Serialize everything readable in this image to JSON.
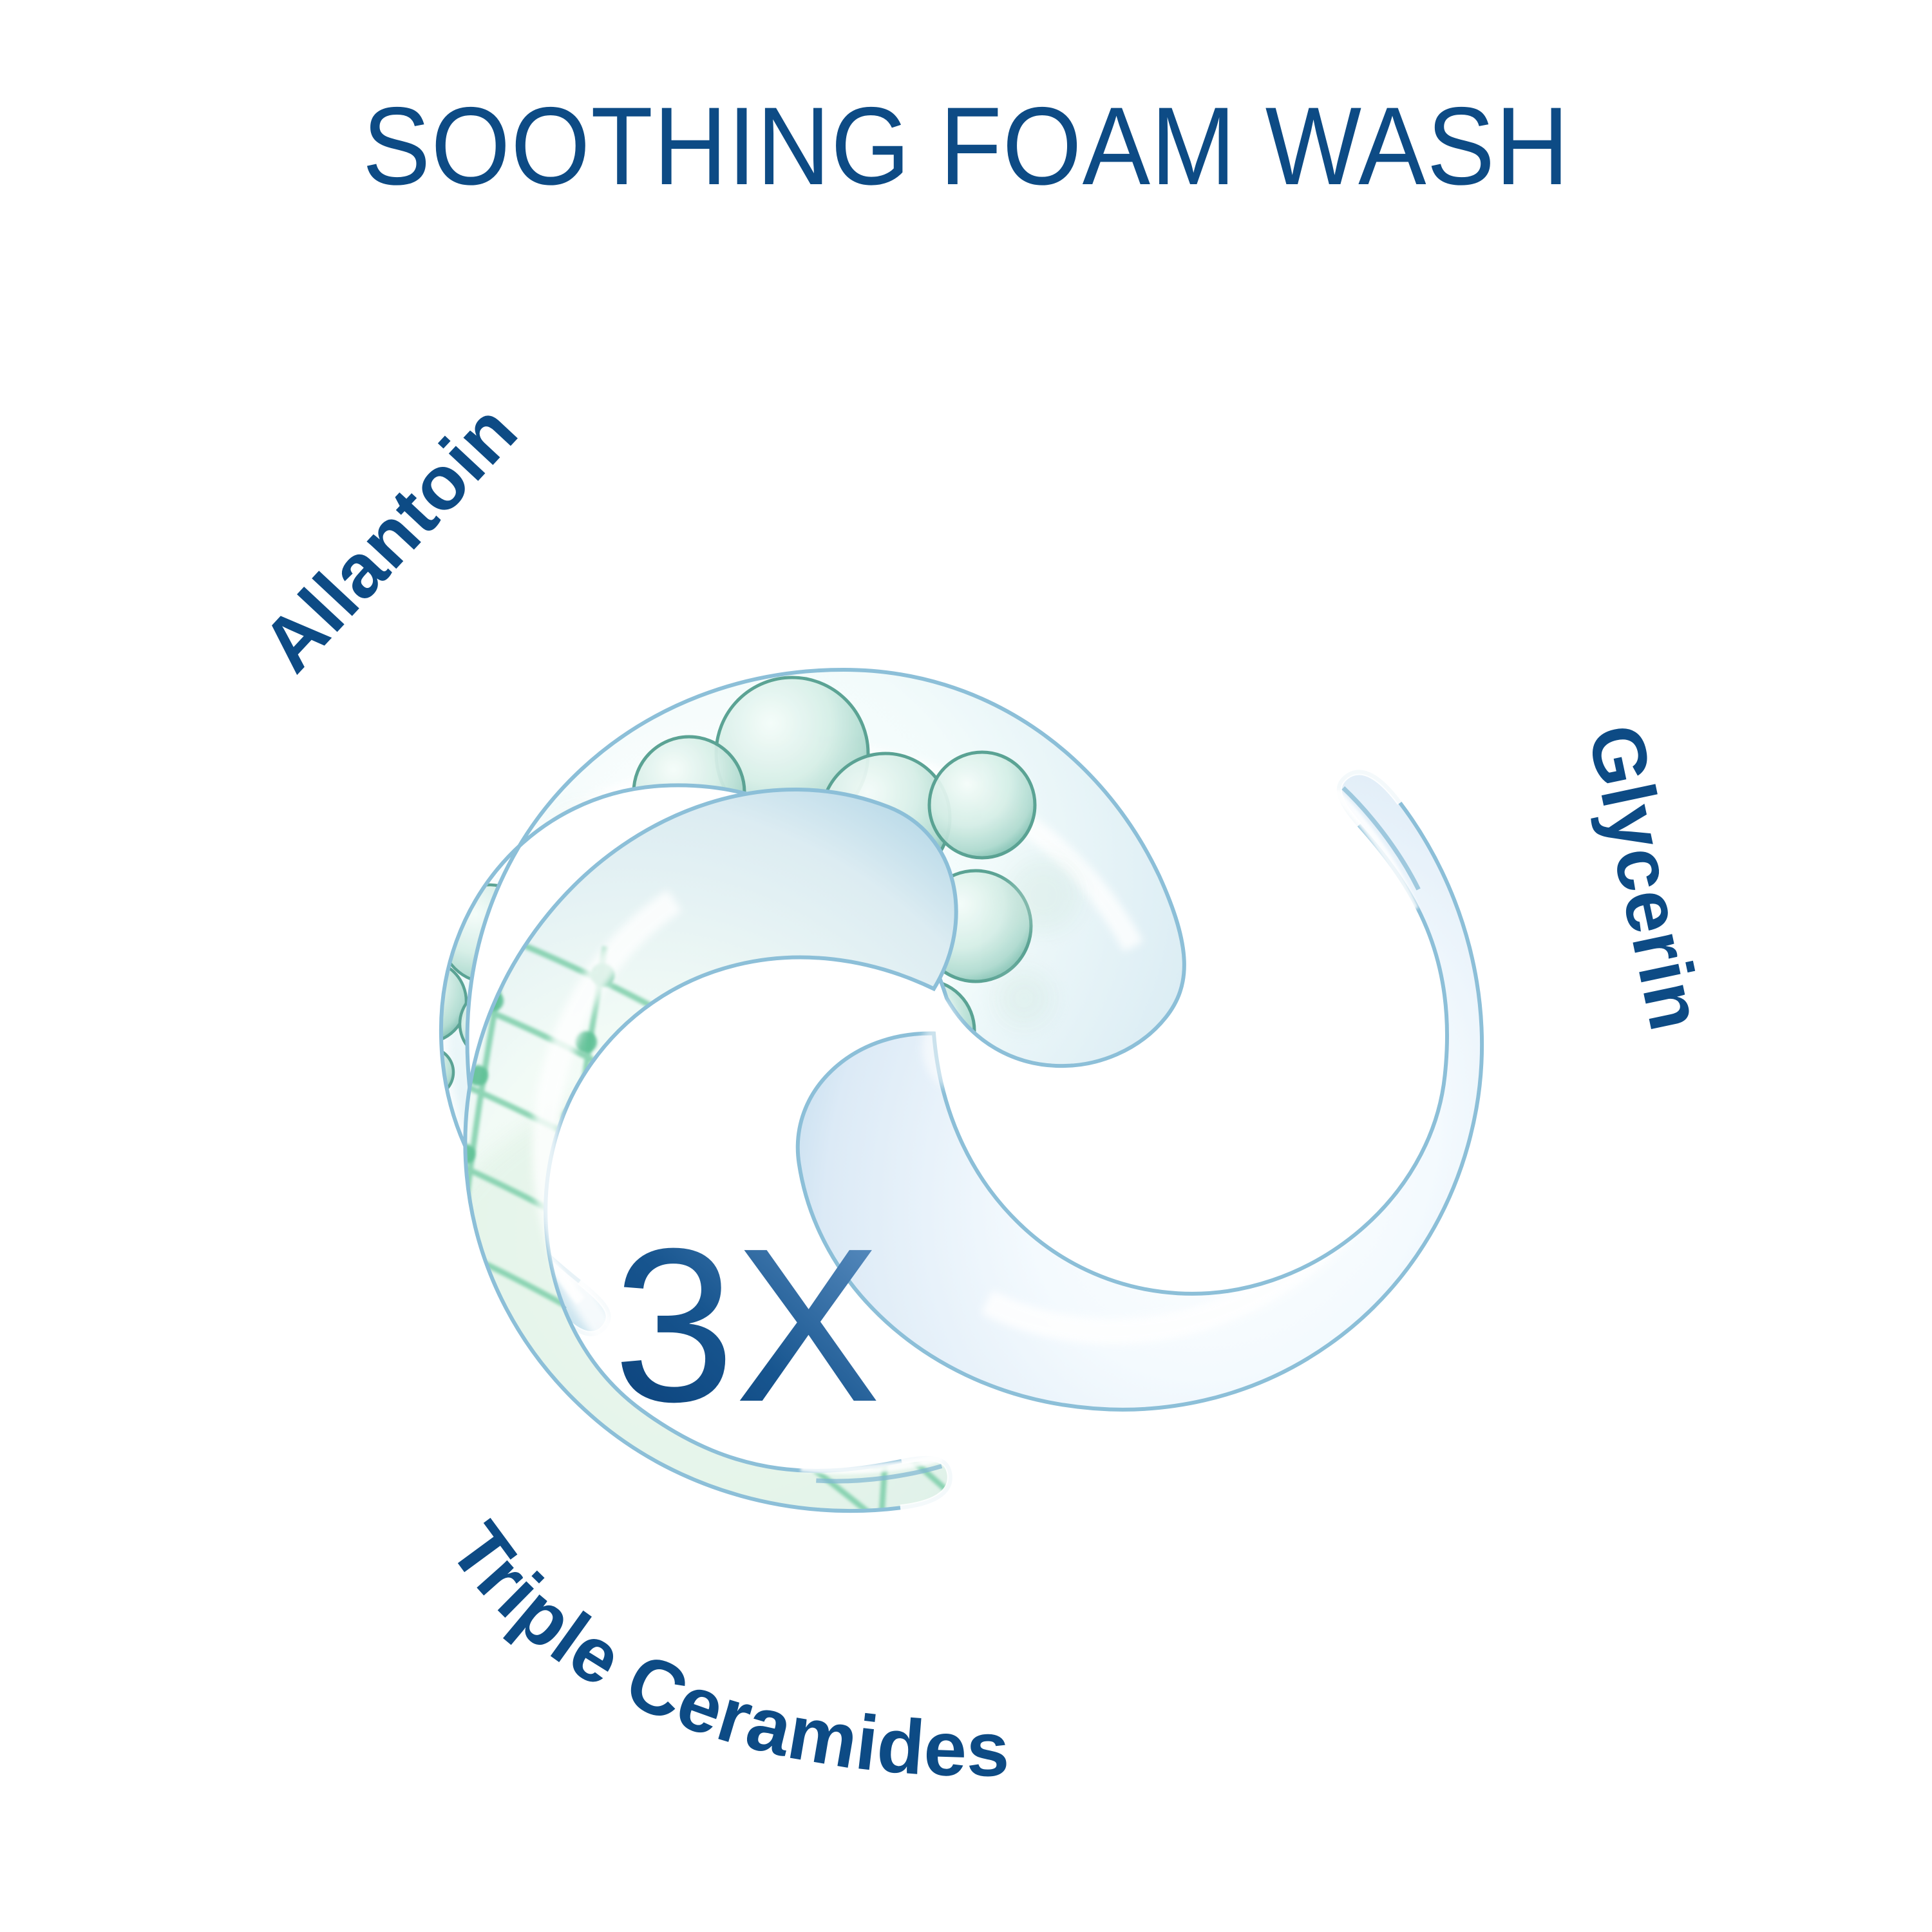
{
  "page": {
    "title": "SOOTHING FOAM WASH",
    "background_color": "#ffffff",
    "brand_blue": "#0d4b85"
  },
  "emblem": {
    "name": "triskelion-ingredient-emblem",
    "center_badge": "3X",
    "lobes": [
      {
        "id": "allantoin",
        "label": "Allantoin",
        "visual": "green-foam-bubbles",
        "accent_color": "#6fb6a9"
      },
      {
        "id": "glycerin",
        "label": "Glycerin",
        "visual": "blue-molecule-ball-and-stick",
        "accent_color": "#2b85d6"
      },
      {
        "id": "triple-ceramides",
        "label": "Triple Ceramides",
        "visual": "green-lipid-lattice",
        "accent_color": "#62c39a"
      }
    ],
    "glass_edge_color": "#8fc2dc",
    "glass_fill_color": "#eaf5fb"
  },
  "labels": {
    "allantoin": "Allantoin",
    "glycerin": "Glycerin",
    "triple_ceramides": "Triple Ceramides",
    "multiplier": "3X"
  }
}
